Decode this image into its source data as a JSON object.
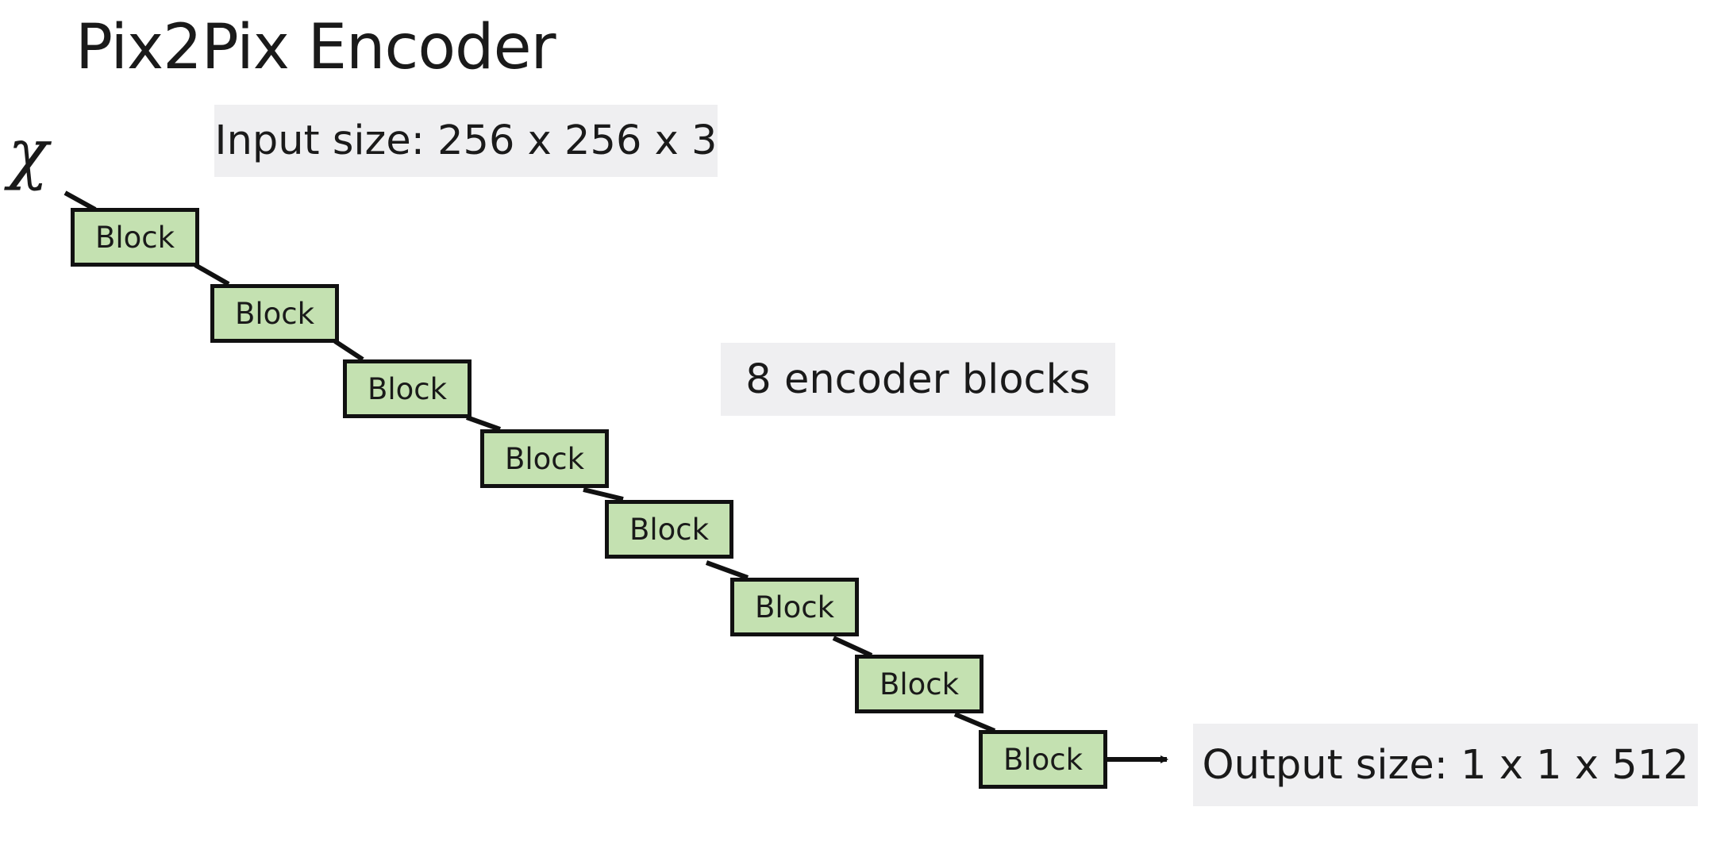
{
  "title": "Pix2Pix Encoder",
  "input_symbol": "χ",
  "input_size_label": "Input size: 256 x 256 x 3",
  "encoder_count_label": "8 encoder blocks",
  "output_size_label": "Output size: 1 x 1 x 512",
  "blocks": [
    "Block",
    "Block",
    "Block",
    "Block",
    "Block",
    "Block",
    "Block",
    "Block"
  ],
  "colors": {
    "block_fill": "#c4e1b1",
    "block_border": "#111111",
    "label_background": "#efeff1"
  }
}
